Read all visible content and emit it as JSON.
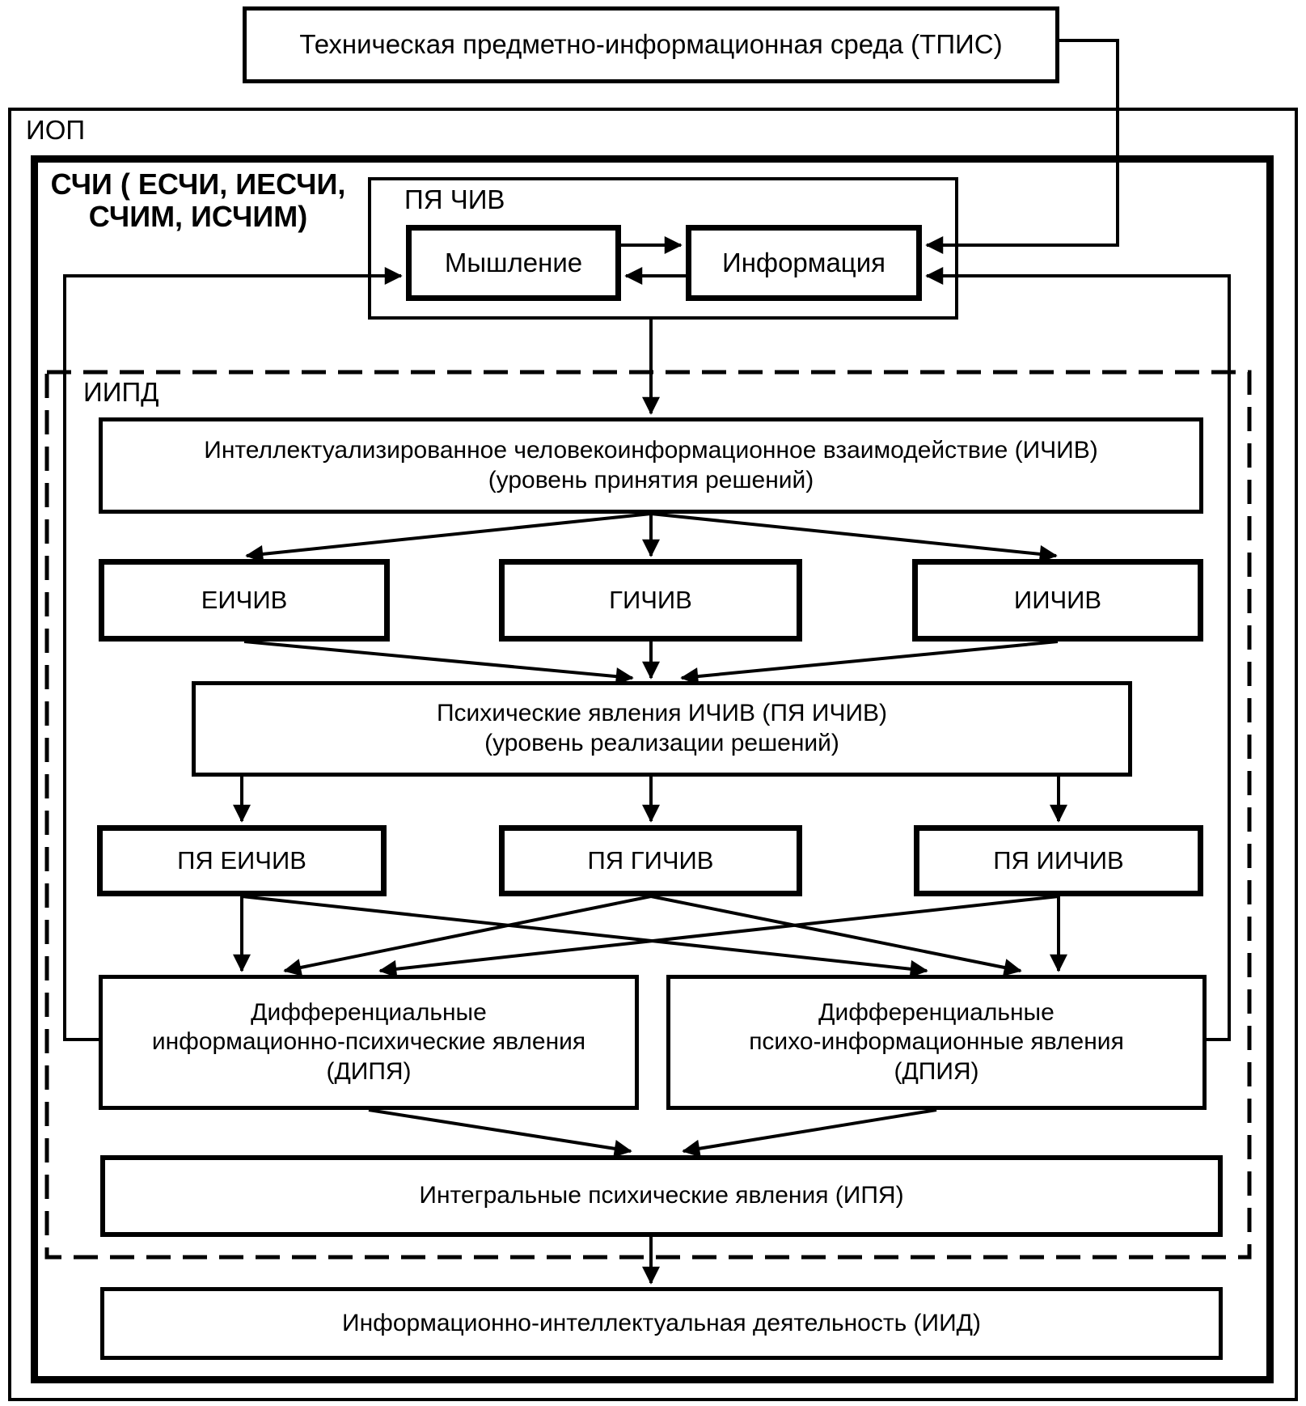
{
  "colors": {
    "background": "#ffffff",
    "line": "#000000"
  },
  "nodes": {
    "tpis": {
      "label": "Техническая предметно-информационная среда (ТПИС)"
    },
    "iop": {
      "label": "ИОП"
    },
    "schi": {
      "line1": "СЧИ ( ЕСЧИ, ИЕСЧИ,",
      "line2": "СЧИМ, ИСЧИМ)"
    },
    "pya_chiv": {
      "label": "ПЯ ЧИВ"
    },
    "myshlenie": {
      "label": "Мышление"
    },
    "informatsiya": {
      "label": "Информация"
    },
    "iipd": {
      "label": "ИИПД"
    },
    "ichiv": {
      "line1": "Интеллектуализированное человекоинформационное взаимодействие (ИЧИВ)",
      "line2": "(уровень принятия решений)"
    },
    "eichiv": {
      "label": "ЕИЧИВ"
    },
    "gichiv": {
      "label": "ГИЧИВ"
    },
    "iichiv": {
      "label": "ИИЧИВ"
    },
    "pya_ichiv": {
      "line1": "Психические явления ИЧИВ (ПЯ ИЧИВ)",
      "line2": "(уровень реализации решений)"
    },
    "pya_eichiv": {
      "label": "ПЯ ЕИЧИВ"
    },
    "pya_gichiv": {
      "label": "ПЯ ГИЧИВ"
    },
    "pya_iichiv": {
      "label": "ПЯ ИИЧИВ"
    },
    "dipya": {
      "line1": "Дифференциальные",
      "line2": "информационно-психические явления",
      "line3": "(ДИПЯ)"
    },
    "dpiya": {
      "line1": "Дифференциальные",
      "line2": "психо-информационные явления",
      "line3": "(ДПИЯ)"
    },
    "ipya": {
      "label": "Интегральные психические явления (ИПЯ)"
    },
    "iid": {
      "label": "Информационно-интеллектуальная деятельность (ИИД)"
    }
  },
  "edges": [
    {
      "from": "tpis",
      "to": "informatsiya"
    },
    {
      "from": "myshlenie",
      "to": "informatsiya"
    },
    {
      "from": "informatsiya",
      "to": "myshlenie"
    },
    {
      "from": "dipya",
      "to": "myshlenie"
    },
    {
      "from": "dpiya",
      "to": "informatsiya"
    },
    {
      "from": "pya_chiv",
      "to": "ichiv"
    },
    {
      "from": "ichiv",
      "to": "eichiv"
    },
    {
      "from": "ichiv",
      "to": "gichiv"
    },
    {
      "from": "ichiv",
      "to": "iichiv"
    },
    {
      "from": "eichiv",
      "to": "pya_ichiv"
    },
    {
      "from": "gichiv",
      "to": "pya_ichiv"
    },
    {
      "from": "iichiv",
      "to": "pya_ichiv"
    },
    {
      "from": "pya_ichiv",
      "to": "pya_eichiv"
    },
    {
      "from": "pya_ichiv",
      "to": "pya_gichiv"
    },
    {
      "from": "pya_ichiv",
      "to": "pya_iichiv"
    },
    {
      "from": "pya_eichiv",
      "to": "dipya"
    },
    {
      "from": "pya_eichiv",
      "to": "dpiya"
    },
    {
      "from": "pya_gichiv",
      "to": "dipya"
    },
    {
      "from": "pya_gichiv",
      "to": "dpiya"
    },
    {
      "from": "pya_iichiv",
      "to": "dipya"
    },
    {
      "from": "pya_iichiv",
      "to": "dpiya"
    },
    {
      "from": "dipya",
      "to": "ipya"
    },
    {
      "from": "dpiya",
      "to": "ipya"
    },
    {
      "from": "ipya",
      "to": "iid"
    }
  ]
}
